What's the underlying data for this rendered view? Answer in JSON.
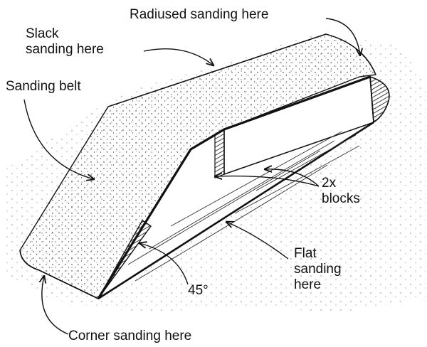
{
  "labels": {
    "radiused": "Radiused sanding here",
    "slack": [
      "Slack",
      "sanding here"
    ],
    "belt": "Sanding belt",
    "blocks": [
      "2x",
      "blocks"
    ],
    "flat": [
      "Flat",
      "sanding",
      "here"
    ],
    "angle": "45°",
    "corner": "Corner sanding here"
  }
}
